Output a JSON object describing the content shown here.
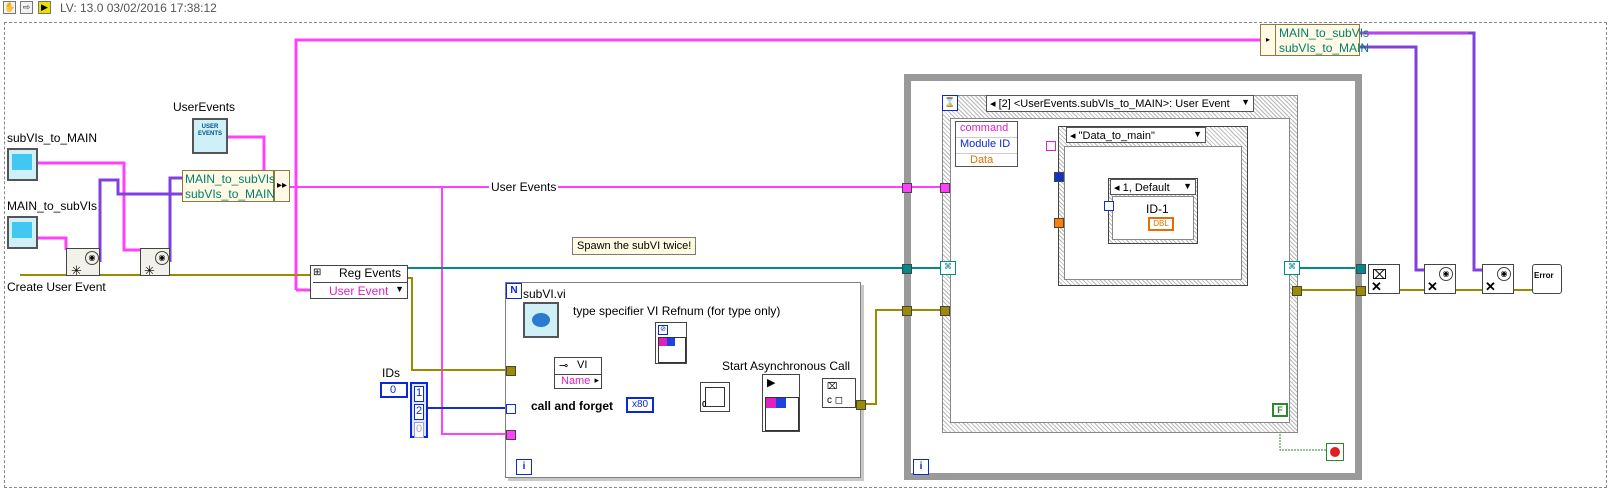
{
  "toolbar": {
    "version_info": "LV: 13.0 03/02/2016 17:38:12",
    "icons": [
      "hand-icon",
      "arrow-icon",
      "run-icon"
    ]
  },
  "left": {
    "subvis_to_main_label": "subVIs_to_MAIN",
    "main_to_subvis_label": "MAIN_to_subVIs",
    "user_events_label": "UserEvents",
    "user_events_icon_text": "USER EVENTS",
    "create_user_event_label": "Create User Event",
    "bundle_rows": [
      "MAIN_to_subVIs",
      "subVIs_to_MAIN"
    ]
  },
  "wire_label_user_events": "User Events",
  "reg_events": {
    "title": "Reg Events",
    "dropdown": "User Event"
  },
  "spawn_note": "Spawn the subVI twice!",
  "ids": {
    "label": "IDs",
    "index": "0",
    "values": [
      "1",
      "2",
      "0"
    ]
  },
  "for_loop": {
    "n_label": "N",
    "i_label": "i",
    "subvi_label": "subVI.vi",
    "type_spec_label": "type specifier VI Refnum (for type only)",
    "vi_ref_label": "VI",
    "name_label": "Name",
    "call_forget_label": "call and forget",
    "x80_label": "x80",
    "start_async_label": "Start Asynchronous Call"
  },
  "while_loop": {
    "i_label": "i",
    "stop_label": "F",
    "event_selector": "[2] <UserEvents.subVIs_to_MAIN>: User Event",
    "unbundle_rows": [
      "command",
      "Module ID",
      "Data"
    ],
    "case_outer_selector": "\"Data_to_main\"",
    "case_inner_selector": "1, Default",
    "id_label": "ID-1",
    "dbl_label": "DBL"
  },
  "right": {
    "unbundle_rows": [
      "MAIN_to_subVIs",
      "subVIs_to_MAIN"
    ],
    "error_label": "Error"
  },
  "colors": {
    "pink_wire": "#ff40ff",
    "teal_wire": "#008a8a",
    "yellow_wire": "#9c8a00",
    "blue_wire": "#1030d0",
    "purple_wire": "#8040e0",
    "orange_wire": "#ff8000"
  }
}
